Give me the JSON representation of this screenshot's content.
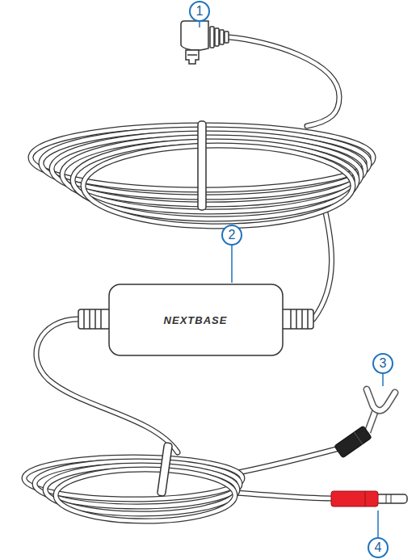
{
  "diagram": {
    "labels": [
      "1",
      "2",
      "3",
      "4",
      "NEXTBASE"
    ]
  }
}
